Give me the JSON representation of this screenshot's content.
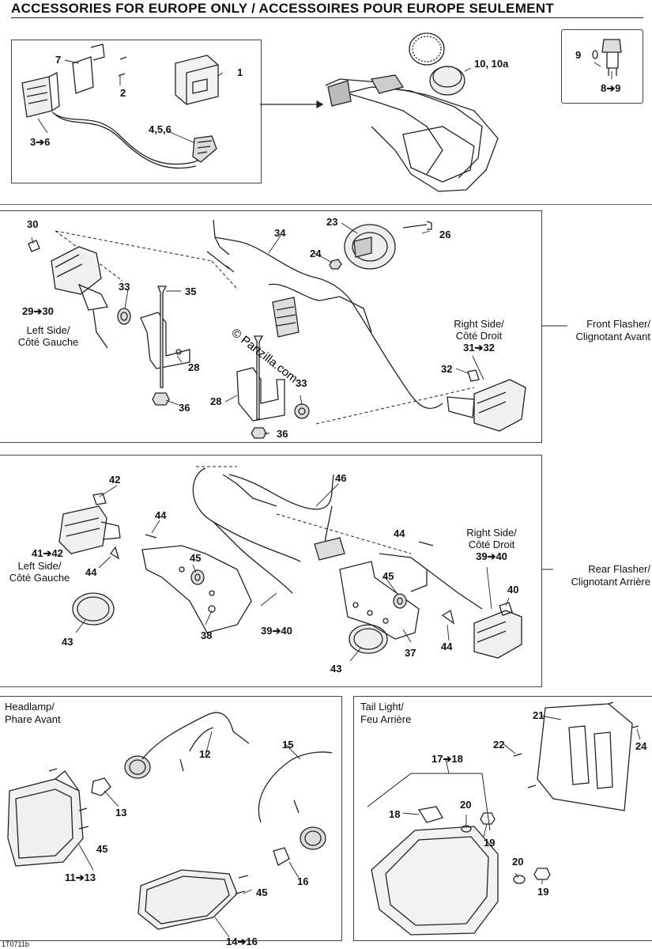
{
  "header": {
    "title": "ACCESSORIES FOR EUROPE ONLY / ACCESSOIRES POUR EUROPE SEULEMENT"
  },
  "top_section": {
    "labels": {
      "n7": "7",
      "n2": "2",
      "n1": "1",
      "n3_6": "3➔6",
      "n4_5_6": "4,5,6",
      "n10": "10, 10a",
      "n9": "9",
      "n8_9": "8➔9"
    }
  },
  "front_flasher": {
    "section_label": [
      "Front Flasher/",
      "Clignotant Avant"
    ],
    "left_side": [
      "Left Side/",
      "Côté Gauche"
    ],
    "right_side": [
      "Right Side/",
      "Côté Droit"
    ],
    "labels": {
      "n30": "30",
      "n34": "34",
      "n23": "23",
      "n26": "26",
      "n24": "24",
      "n33a": "33",
      "n35": "35",
      "n29_30": "29➔30",
      "n28a": "28",
      "n36a": "36",
      "n31_32": "31➔32",
      "n32": "32",
      "n33b": "33",
      "n28b": "28",
      "n36b": "36"
    }
  },
  "rear_flasher": {
    "section_label": [
      "Rear Flasher/",
      "Clignotant Arrière"
    ],
    "left_side": [
      "Left Side/",
      "Côté Gauche"
    ],
    "right_side": [
      "Right Side/",
      "Côté Droit"
    ],
    "labels": {
      "n42": "42",
      "n46": "46",
      "n44a": "44",
      "n44b": "44",
      "n41_42": "41➔42",
      "n44c": "44",
      "n45a": "45",
      "n45b": "45",
      "n39_40a": "39➔40",
      "n40": "40",
      "n43a": "43",
      "n38": "38",
      "n39_40b": "39➔40",
      "n37": "37",
      "n44d": "44",
      "n43b": "43"
    }
  },
  "headlamp": {
    "section_label": [
      "Headlamp/",
      "Phare Avant"
    ],
    "labels": {
      "n12": "12",
      "n15": "15",
      "n13": "13",
      "n45a": "45",
      "n11_13": "11➔13",
      "n16": "16",
      "n45b": "45",
      "n14_16": "14➔16"
    }
  },
  "tail_light": {
    "section_label": [
      "Tail Light/",
      "Feu Arrière"
    ],
    "labels": {
      "n21": "21",
      "n22": "22",
      "n24": "24",
      "n17_18": "17➔18",
      "n18": "18",
      "n20a": "20",
      "n19a": "19",
      "n20b": "20",
      "n19b": "19"
    }
  },
  "watermark": {
    "text": "© Partzilla.com"
  },
  "footer": {
    "code": "1T0711b"
  }
}
